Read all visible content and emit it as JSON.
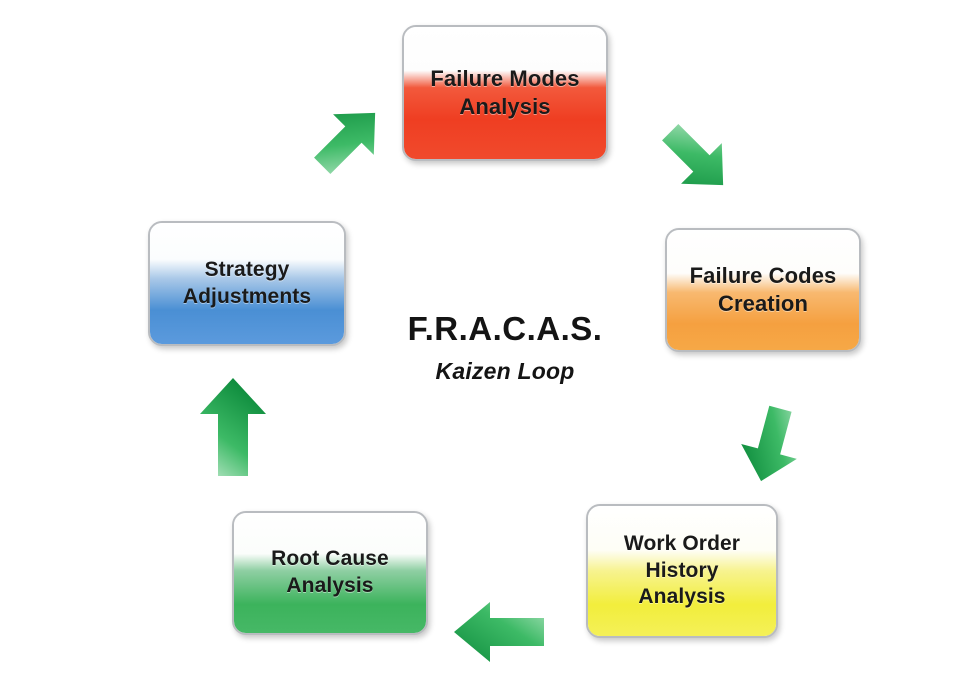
{
  "diagram": {
    "title_main": "F.R.A.C.A.S.",
    "title_sub": "Kaizen Loop",
    "accent_arrow_color": "#2fb457",
    "background": "#ffffff"
  },
  "nodes": [
    {
      "id": "failure-modes-analysis",
      "lines": [
        "Failure Modes",
        "Analysis"
      ],
      "line1": "Failure Modes",
      "line2": "Analysis",
      "line3": "",
      "color": "#ef3e22",
      "color_name": "red",
      "position": "top"
    },
    {
      "id": "failure-codes-creation",
      "lines": [
        "Failure Codes",
        "Creation"
      ],
      "line1": "Failure Codes",
      "line2": "Creation",
      "line3": "",
      "color": "#f5a040",
      "color_name": "orange",
      "position": "right"
    },
    {
      "id": "work-order-history-analysis",
      "lines": [
        "Work Order",
        "History",
        "Analysis"
      ],
      "line1": "Work Order",
      "line2": "History",
      "line3": "Analysis",
      "color": "#f2ee3c",
      "color_name": "yellow",
      "position": "bottom-right"
    },
    {
      "id": "root-cause-analysis",
      "lines": [
        "Root Cause",
        "Analysis"
      ],
      "line1": "Root Cause",
      "line2": "Analysis",
      "line3": "",
      "color": "#3cb35c",
      "color_name": "green",
      "position": "bottom-left"
    },
    {
      "id": "strategy-adjustments",
      "lines": [
        "Strategy",
        "Adjustments"
      ],
      "line1": "Strategy",
      "line2": "Adjustments",
      "line3": "",
      "color": "#4a8fd4",
      "color_name": "blue",
      "position": "left"
    }
  ],
  "arrows": [
    {
      "id": "arrow-strategy-to-failure-modes",
      "from": "strategy-adjustments",
      "to": "failure-modes-analysis",
      "direction": "up-right"
    },
    {
      "id": "arrow-failure-modes-to-failure-codes",
      "from": "failure-modes-analysis",
      "to": "failure-codes-creation",
      "direction": "down-right"
    },
    {
      "id": "arrow-failure-codes-to-work-order",
      "from": "failure-codes-creation",
      "to": "work-order-history-analysis",
      "direction": "down"
    },
    {
      "id": "arrow-work-order-to-root-cause",
      "from": "work-order-history-analysis",
      "to": "root-cause-analysis",
      "direction": "left"
    },
    {
      "id": "arrow-root-cause-to-strategy",
      "from": "root-cause-analysis",
      "to": "strategy-adjustments",
      "direction": "up"
    }
  ]
}
